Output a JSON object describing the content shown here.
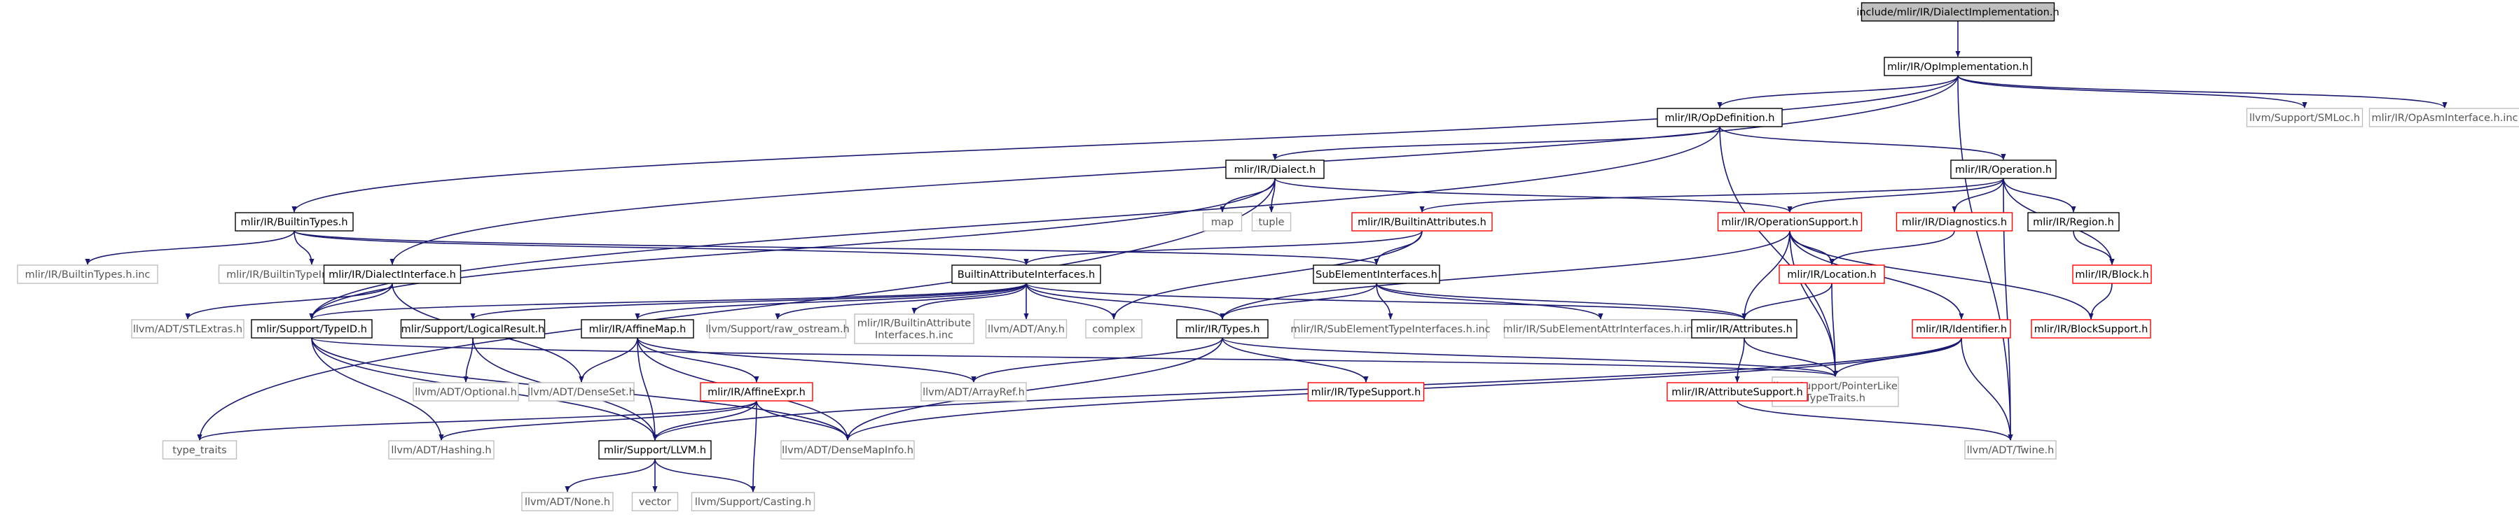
{
  "graph": {
    "nodes": [
      {
        "id": "root",
        "label": "include/mlir/IR/DialectImplementation.h",
        "style": "root"
      },
      {
        "id": "opimpl",
        "label": "mlir/IR/OpImplementation.h",
        "style": "normal"
      },
      {
        "id": "builtintypes",
        "label": "mlir/IR/BuiltinTypes.h",
        "style": "normal"
      },
      {
        "id": "opdef",
        "label": "mlir/IR/OpDefinition.h",
        "style": "normal"
      },
      {
        "id": "smloc",
        "label": "llvm/Support/SMLoc.h",
        "style": "leaf"
      },
      {
        "id": "opasmint",
        "label": "mlir/IR/OpAsmInterface.h.inc",
        "style": "leaf"
      },
      {
        "id": "dialect",
        "label": "mlir/IR/Dialect.h",
        "style": "normal"
      },
      {
        "id": "operation",
        "label": "mlir/IR/Operation.h",
        "style": "normal"
      },
      {
        "id": "map",
        "label": "map",
        "style": "leaf"
      },
      {
        "id": "tuple",
        "label": "tuple",
        "style": "leaf"
      },
      {
        "id": "builtinattrs",
        "label": "mlir/IR/BuiltinAttributes.h",
        "style": "red"
      },
      {
        "id": "opsupport",
        "label": "mlir/IR/OperationSupport.h",
        "style": "red"
      },
      {
        "id": "diagnostics",
        "label": "mlir/IR/Diagnostics.h",
        "style": "red"
      },
      {
        "id": "region",
        "label": "mlir/IR/Region.h",
        "style": "normal"
      },
      {
        "id": "builtintypesinc",
        "label": "mlir/IR/BuiltinTypes.h.inc",
        "style": "leaf"
      },
      {
        "id": "builtintypeint",
        "label": "mlir/IR/BuiltinTypeInterfaces.h.inc",
        "style": "leaf"
      },
      {
        "id": "dialectint",
        "label": "mlir/IR/DialectInterface.h",
        "style": "normal"
      },
      {
        "id": "builtinattrint",
        "label": "BuiltinAttributeInterfaces.h",
        "style": "normal"
      },
      {
        "id": "subelemint",
        "label": "SubElementInterfaces.h",
        "style": "normal"
      },
      {
        "id": "location",
        "label": "mlir/IR/Location.h",
        "style": "red"
      },
      {
        "id": "block",
        "label": "mlir/IR/Block.h",
        "style": "red"
      },
      {
        "id": "stlextras",
        "label": "llvm/ADT/STLExtras.h",
        "style": "leaf"
      },
      {
        "id": "typeid",
        "label": "mlir/Support/TypeID.h",
        "style": "normal"
      },
      {
        "id": "logicalresult",
        "label": "mlir/Support/LogicalResult.h",
        "style": "normal"
      },
      {
        "id": "affinemap",
        "label": "mlir/IR/AffineMap.h",
        "style": "normal"
      },
      {
        "id": "rawostream",
        "label": "llvm/Support/raw_ostream.h",
        "style": "leaf"
      },
      {
        "id": "builtinattrintinc",
        "label": "mlir/IR/BuiltinAttribute\nInterfaces.h.inc",
        "style": "leaf"
      },
      {
        "id": "any",
        "label": "llvm/ADT/Any.h",
        "style": "leaf"
      },
      {
        "id": "complex",
        "label": "complex",
        "style": "leaf"
      },
      {
        "id": "types",
        "label": "mlir/IR/Types.h",
        "style": "normal"
      },
      {
        "id": "subelemtypeint",
        "label": "mlir/IR/SubElementTypeInterfaces.h.inc",
        "style": "leaf"
      },
      {
        "id": "subelemattrint",
        "label": "mlir/IR/SubElementAttrInterfaces.h.inc",
        "style": "leaf"
      },
      {
        "id": "attributes",
        "label": "mlir/IR/Attributes.h",
        "style": "normal"
      },
      {
        "id": "identifier",
        "label": "mlir/IR/Identifier.h",
        "style": "red"
      },
      {
        "id": "blocksupport",
        "label": "mlir/IR/BlockSupport.h",
        "style": "red"
      },
      {
        "id": "optional",
        "label": "llvm/ADT/Optional.h",
        "style": "leaf"
      },
      {
        "id": "denseset",
        "label": "llvm/ADT/DenseSet.h",
        "style": "leaf"
      },
      {
        "id": "arrayref",
        "label": "llvm/ADT/ArrayRef.h",
        "style": "leaf"
      },
      {
        "id": "typesupport",
        "label": "mlir/IR/TypeSupport.h",
        "style": "red"
      },
      {
        "id": "pointerlike",
        "label": "llvm/Support/PointerLike\nTypeTraits.h",
        "style": "leaf"
      },
      {
        "id": "attrsupport",
        "label": "mlir/IR/AttributeSupport.h",
        "style": "red"
      },
      {
        "id": "affineexpr",
        "label": "mlir/IR/AffineExpr.h",
        "style": "red"
      },
      {
        "id": "typetraits",
        "label": "type_traits",
        "style": "leaf"
      },
      {
        "id": "hashing",
        "label": "llvm/ADT/Hashing.h",
        "style": "leaf"
      },
      {
        "id": "llvmh",
        "label": "mlir/Support/LLVM.h",
        "style": "normal"
      },
      {
        "id": "densemapinfo",
        "label": "llvm/ADT/DenseMapInfo.h",
        "style": "leaf"
      },
      {
        "id": "twine",
        "label": "llvm/ADT/Twine.h",
        "style": "leaf"
      },
      {
        "id": "none",
        "label": "llvm/ADT/None.h",
        "style": "leaf"
      },
      {
        "id": "vector",
        "label": "vector",
        "style": "leaf"
      },
      {
        "id": "casting",
        "label": "llvm/Support/Casting.h",
        "style": "leaf"
      }
    ],
    "edges": [
      [
        "root",
        "opimpl"
      ],
      [
        "opimpl",
        "builtintypes"
      ],
      [
        "opimpl",
        "opdef"
      ],
      [
        "opimpl",
        "smloc"
      ],
      [
        "opimpl",
        "opasmint"
      ],
      [
        "opimpl",
        "dialectint"
      ],
      [
        "opimpl",
        "twine"
      ],
      [
        "opdef",
        "dialect"
      ],
      [
        "opdef",
        "operation"
      ],
      [
        "opdef",
        "pointerlike"
      ],
      [
        "opdef",
        "typeid"
      ],
      [
        "dialect",
        "map"
      ],
      [
        "dialect",
        "tuple"
      ],
      [
        "dialect",
        "opsupport"
      ],
      [
        "dialect",
        "typetraits"
      ],
      [
        "dialect",
        "typeid"
      ],
      [
        "operation",
        "builtinattrs"
      ],
      [
        "operation",
        "opsupport"
      ],
      [
        "operation",
        "diagnostics"
      ],
      [
        "operation",
        "region"
      ],
      [
        "operation",
        "block"
      ],
      [
        "operation",
        "twine"
      ],
      [
        "builtintypes",
        "builtintypesinc"
      ],
      [
        "builtintypes",
        "builtintypeint"
      ],
      [
        "builtintypes",
        "builtinattrint"
      ],
      [
        "builtintypes",
        "subelemint"
      ],
      [
        "builtinattrs",
        "builtinattrint"
      ],
      [
        "builtinattrs",
        "subelemint"
      ],
      [
        "builtinattrs",
        "complex"
      ],
      [
        "opsupport",
        "location"
      ],
      [
        "opsupport",
        "attributes"
      ],
      [
        "opsupport",
        "identifier"
      ],
      [
        "opsupport",
        "blocksupport"
      ],
      [
        "opsupport",
        "pointerlike"
      ],
      [
        "opsupport",
        "types"
      ],
      [
        "diagnostics",
        "location"
      ],
      [
        "region",
        "block"
      ],
      [
        "block",
        "blocksupport"
      ],
      [
        "dialectint",
        "stlextras"
      ],
      [
        "dialectint",
        "typeid"
      ],
      [
        "dialectint",
        "denseset"
      ],
      [
        "builtinattrint",
        "typeid"
      ],
      [
        "builtinattrint",
        "logicalresult"
      ],
      [
        "builtinattrint",
        "affinemap"
      ],
      [
        "builtinattrint",
        "rawostream"
      ],
      [
        "builtinattrint",
        "builtinattrintinc"
      ],
      [
        "builtinattrint",
        "any"
      ],
      [
        "builtinattrint",
        "complex"
      ],
      [
        "builtinattrint",
        "types"
      ],
      [
        "builtinattrint",
        "attributes"
      ],
      [
        "subelemint",
        "types"
      ],
      [
        "subelemint",
        "attributes"
      ],
      [
        "subelemint",
        "subelemtypeint"
      ],
      [
        "subelemint",
        "subelemattrint"
      ],
      [
        "location",
        "attributes"
      ],
      [
        "location",
        "pointerlike"
      ],
      [
        "typeid",
        "hashing"
      ],
      [
        "typeid",
        "llvmh"
      ],
      [
        "typeid",
        "densemapinfo"
      ],
      [
        "typeid",
        "pointerlike"
      ],
      [
        "logicalresult",
        "optional"
      ],
      [
        "logicalresult",
        "llvmh"
      ],
      [
        "affinemap",
        "denseset"
      ],
      [
        "affinemap",
        "affineexpr"
      ],
      [
        "affinemap",
        "arrayref"
      ],
      [
        "affinemap",
        "llvmh"
      ],
      [
        "affinemap",
        "densemapinfo"
      ],
      [
        "types",
        "typesupport"
      ],
      [
        "types",
        "pointerlike"
      ],
      [
        "types",
        "arrayref"
      ],
      [
        "types",
        "densemapinfo"
      ],
      [
        "attributes",
        "attrsupport"
      ],
      [
        "attributes",
        "pointerlike"
      ],
      [
        "identifier",
        "pointerlike"
      ],
      [
        "identifier",
        "twine"
      ],
      [
        "identifier",
        "llvmh"
      ],
      [
        "identifier",
        "densemapinfo"
      ],
      [
        "attrsupport",
        "twine"
      ],
      [
        "affineexpr",
        "typetraits"
      ],
      [
        "affineexpr",
        "hashing"
      ],
      [
        "affineexpr",
        "llvmh"
      ],
      [
        "affineexpr",
        "densemapinfo"
      ],
      [
        "affineexpr",
        "casting"
      ],
      [
        "llvmh",
        "none"
      ],
      [
        "llvmh",
        "vector"
      ],
      [
        "llvmh",
        "casting"
      ]
    ]
  },
  "colors": {
    "root_fill": "#bfbfbf",
    "normal_border": "#000000",
    "red_border": "#ff0000",
    "leaf_border": "#bfbfbf",
    "edge": "#191970",
    "edge_grey": "#a9a9a9"
  }
}
